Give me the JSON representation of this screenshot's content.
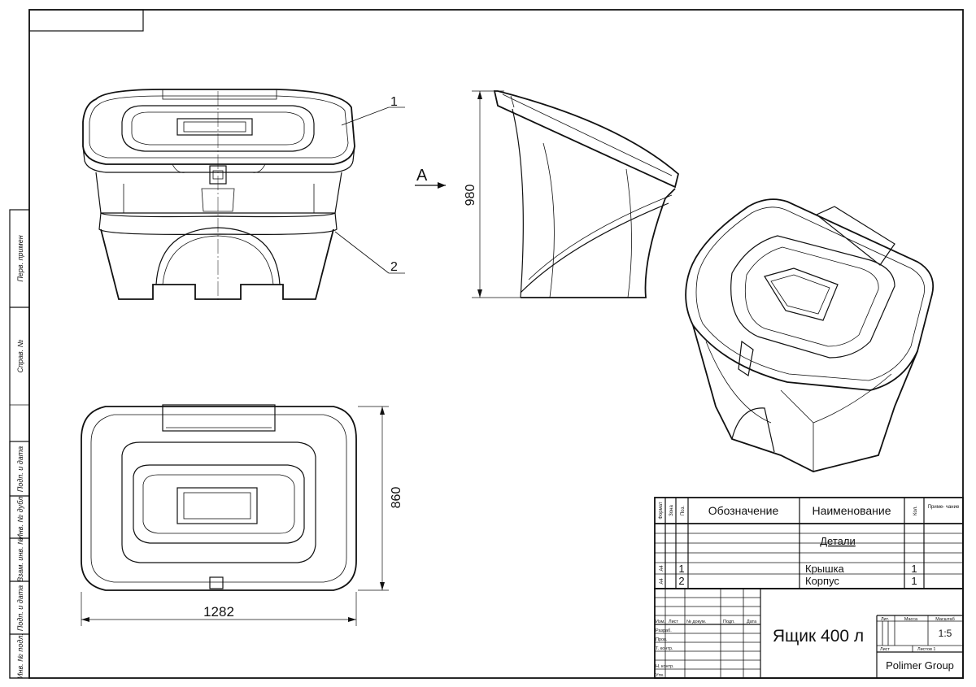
{
  "side_stamps": [
    "Перв. примен",
    "Справ. №",
    "Подп. и дата",
    "Инв. № дубл.",
    "Взам. инв. №",
    "Подп. и дата",
    "Инв. № подл."
  ],
  "callouts": {
    "one": "1",
    "two": "2"
  },
  "view_arrow": "A",
  "dimensions": {
    "height": "980",
    "depth": "860",
    "width": "1282"
  },
  "spec_table": {
    "headers": {
      "format": "Формат",
      "zone": "Зона",
      "pos": "Поз.",
      "designation": "Обозначение",
      "name": "Наименование",
      "qty": "Кол.",
      "note": "Приме-\nчание"
    },
    "section": "Детали",
    "rows": [
      {
        "format": "А4",
        "pos": "1",
        "name": "Крышка",
        "qty": "1"
      },
      {
        "format": "А4",
        "pos": "2",
        "name": "Корпус",
        "qty": "1"
      }
    ]
  },
  "title_block": {
    "title": "Ящик 400 л",
    "col_izm": "Изм.",
    "col_list": "Лист",
    "col_doc": "№ докум.",
    "col_sign": "Подп.",
    "col_date": "Дата",
    "row_razrab": "Разраб.",
    "row_prov": "Пров.",
    "row_tkontr": "Т. контр.",
    "row_nkontr": "Н. контр.",
    "row_utv": "Утв.",
    "lit_label": "Лит.",
    "mass_label": "Масса",
    "scale_label": "Масштаб",
    "scale": "1:5",
    "sheet_label": "Лист",
    "sheets_label": "Листов 1",
    "company": "Polimer Group"
  }
}
